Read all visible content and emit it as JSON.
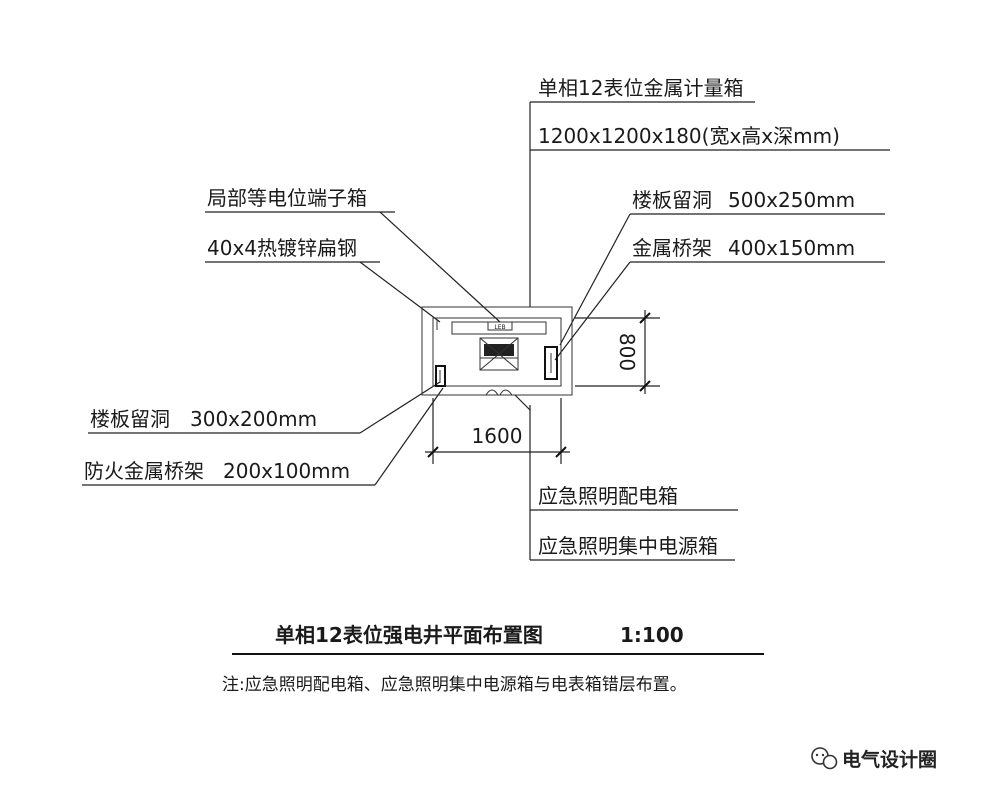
{
  "diagram": {
    "labels": {
      "meter_box_name": "单相12表位金属计量箱",
      "meter_box_size": "1200x1200x180(宽x高x深mm)",
      "equip_box_name": "局部等电位端子箱",
      "flat_steel": "40x4热镀锌扁钢",
      "slab_hole_right_label": "楼板留洞",
      "slab_hole_right_size": "500x250mm",
      "tray_right_label": "金属桥架",
      "tray_right_size": "400x150mm",
      "slab_hole_left_label": "楼板留洞",
      "slab_hole_left_size": "300x200mm",
      "tray_left_label": "防火金属桥架",
      "tray_left_size": "200x100mm",
      "emergency_box": "应急照明配电箱",
      "emergency_power": "应急照明集中电源箱",
      "dim_width": "1600",
      "dim_height": "800",
      "ldb_tag": "LEB"
    },
    "title": "单相12表位强电井平面布置图",
    "scale": "1:100",
    "note": "注:应急照明配电箱、应急照明集中电源箱与电表箱错层布置。"
  },
  "watermark": "电气设计圈",
  "icons": {
    "watermark_logo": "wechat-official-account-icon"
  }
}
